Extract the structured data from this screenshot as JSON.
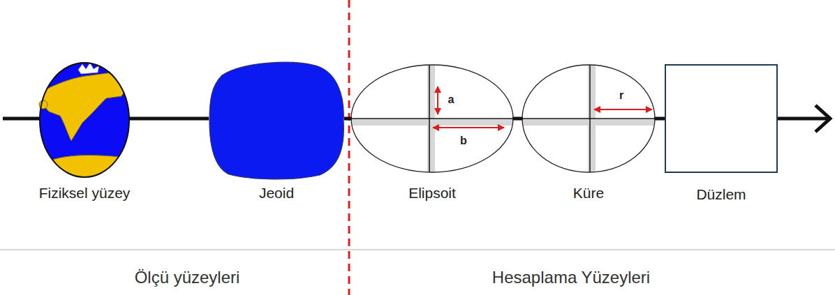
{
  "diagram": {
    "nodes": [
      {
        "text": [
          "Fiziksel yüzey"
        ]
      },
      {
        "text": [
          "Jeoid"
        ]
      },
      {
        "text": [
          "Elipsoit"
        ]
      },
      {
        "text": [
          "Küre"
        ]
      },
      {
        "text": [
          "Düzlem"
        ]
      }
    ],
    "edges": [
      {
        "from": 0,
        "to": 1,
        "arrow": "none"
      },
      {
        "from": 1,
        "to": 2,
        "arrow": "none"
      },
      {
        "from": 2,
        "to": 3,
        "arrow": "none"
      },
      {
        "from": 3,
        "to": 4,
        "arrow": "none"
      }
    ],
    "labels": [
      "a",
      "b",
      "r",
      "Ölçü yüzeyleri",
      "Hesaplama Yüzeyleri"
    ]
  }
}
